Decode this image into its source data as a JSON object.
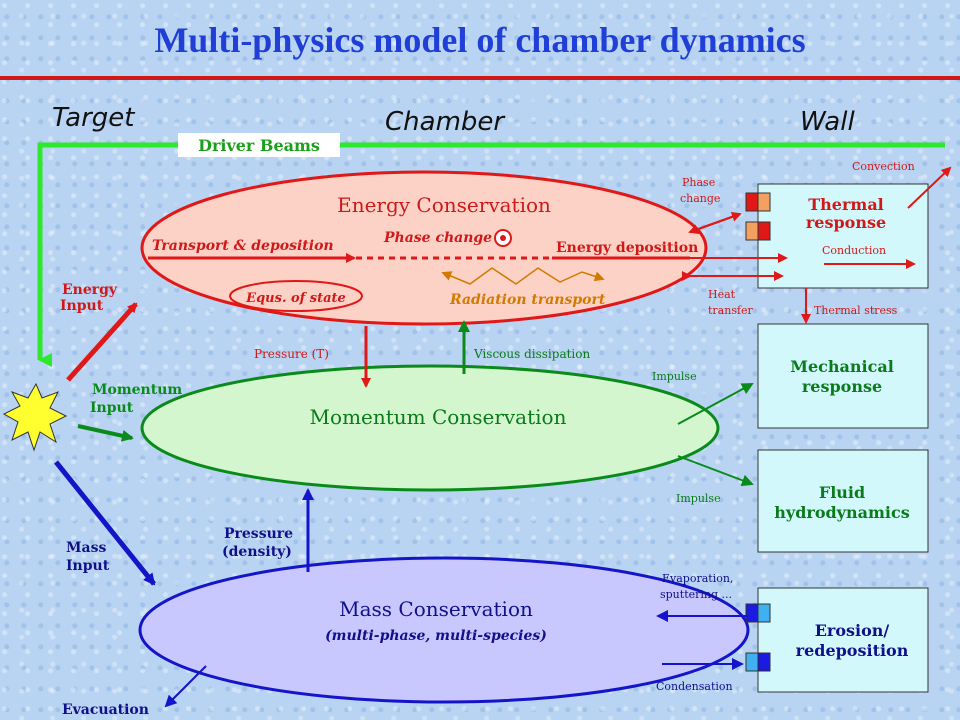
{
  "title": "Multi-physics model of chamber dynamics",
  "headers": {
    "target": "Target",
    "chamber": "Chamber",
    "wall": "Wall"
  },
  "driver_beams": "Driver Beams",
  "energy": {
    "title": "Energy Conservation",
    "transport": "Transport & deposition",
    "phase_change": "Phase change",
    "energy_deposition": "Energy deposition",
    "eos": "Equs. of state",
    "radiation": "Radiation transport"
  },
  "momentum": {
    "title": "Momentum Conservation"
  },
  "mass": {
    "title": "Mass Conservation",
    "subtitle": "(multi-phase, multi-species)"
  },
  "inputs": {
    "energy": [
      "Energy",
      "Input"
    ],
    "momentum": [
      "Momentum",
      "Input"
    ],
    "mass": [
      "Mass",
      "Input"
    ],
    "evacuation": "Evacuation"
  },
  "couplings": {
    "pressure_t": "Pressure (T)",
    "viscous": "Viscous dissipation",
    "pressure_density": [
      "Pressure",
      "(density)"
    ]
  },
  "wall_labels": {
    "phase_change": [
      "Phase",
      "change"
    ],
    "heat_transfer": [
      "Heat",
      "transfer"
    ],
    "convection": "Convection",
    "conduction": "Conduction",
    "thermal_stress": "Thermal stress",
    "impulse_top": "Impulse",
    "impulse_bottom": "Impulse",
    "evaporation": [
      "Evaporation,",
      "sputtering ..."
    ],
    "condensation": "Condensation"
  },
  "wall_boxes": {
    "thermal": [
      "Thermal",
      "response"
    ],
    "mechanical": [
      "Mechanical",
      "response"
    ],
    "fluid": [
      "Fluid",
      "hydrodynamics"
    ],
    "erosion": [
      "Erosion/",
      "redeposition"
    ]
  },
  "colors": {
    "title": "#1f3fd6",
    "red": "#e01818",
    "green": "#0a8a1a",
    "blue": "#1414c8",
    "beam": "#2ee82e",
    "energy_fill": "#fcd2c6",
    "momentum_fill": "#d4f6cf",
    "mass_fill": "#c8c8ff",
    "box_fill": "#d2f8fb"
  }
}
